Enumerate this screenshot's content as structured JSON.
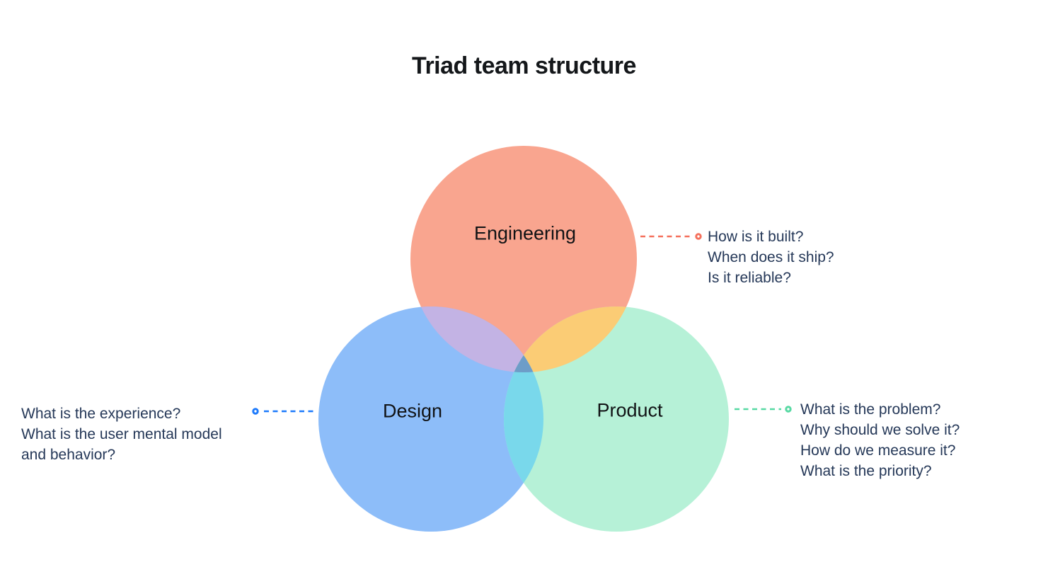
{
  "title": "Triad team structure",
  "venn": {
    "circles": [
      {
        "id": "engineering",
        "label": "Engineering",
        "color": "#F9A58F"
      },
      {
        "id": "design",
        "label": "Design",
        "color": "#8DBDF9"
      },
      {
        "id": "product",
        "label": "Product",
        "color": "#B6F1D7"
      }
    ],
    "overlaps": {
      "engineering_design": "#C3B3E4",
      "engineering_product": "#FBCC75",
      "design_product": "#79D8EB",
      "center": "#6D9DC8"
    }
  },
  "callouts": {
    "engineering": {
      "accent": "#F5705C",
      "lines": [
        "How is it built?",
        "When does it ship?",
        "Is it reliable?"
      ]
    },
    "design": {
      "accent": "#1D7AFC",
      "lines": [
        "What is the experience?",
        "What is the user mental model",
        "and behavior?"
      ]
    },
    "product": {
      "accent": "#57D9A3",
      "lines": [
        "What is the problem?",
        "Why should we solve it?",
        "How do we measure it?",
        "What is the priority?"
      ]
    }
  }
}
